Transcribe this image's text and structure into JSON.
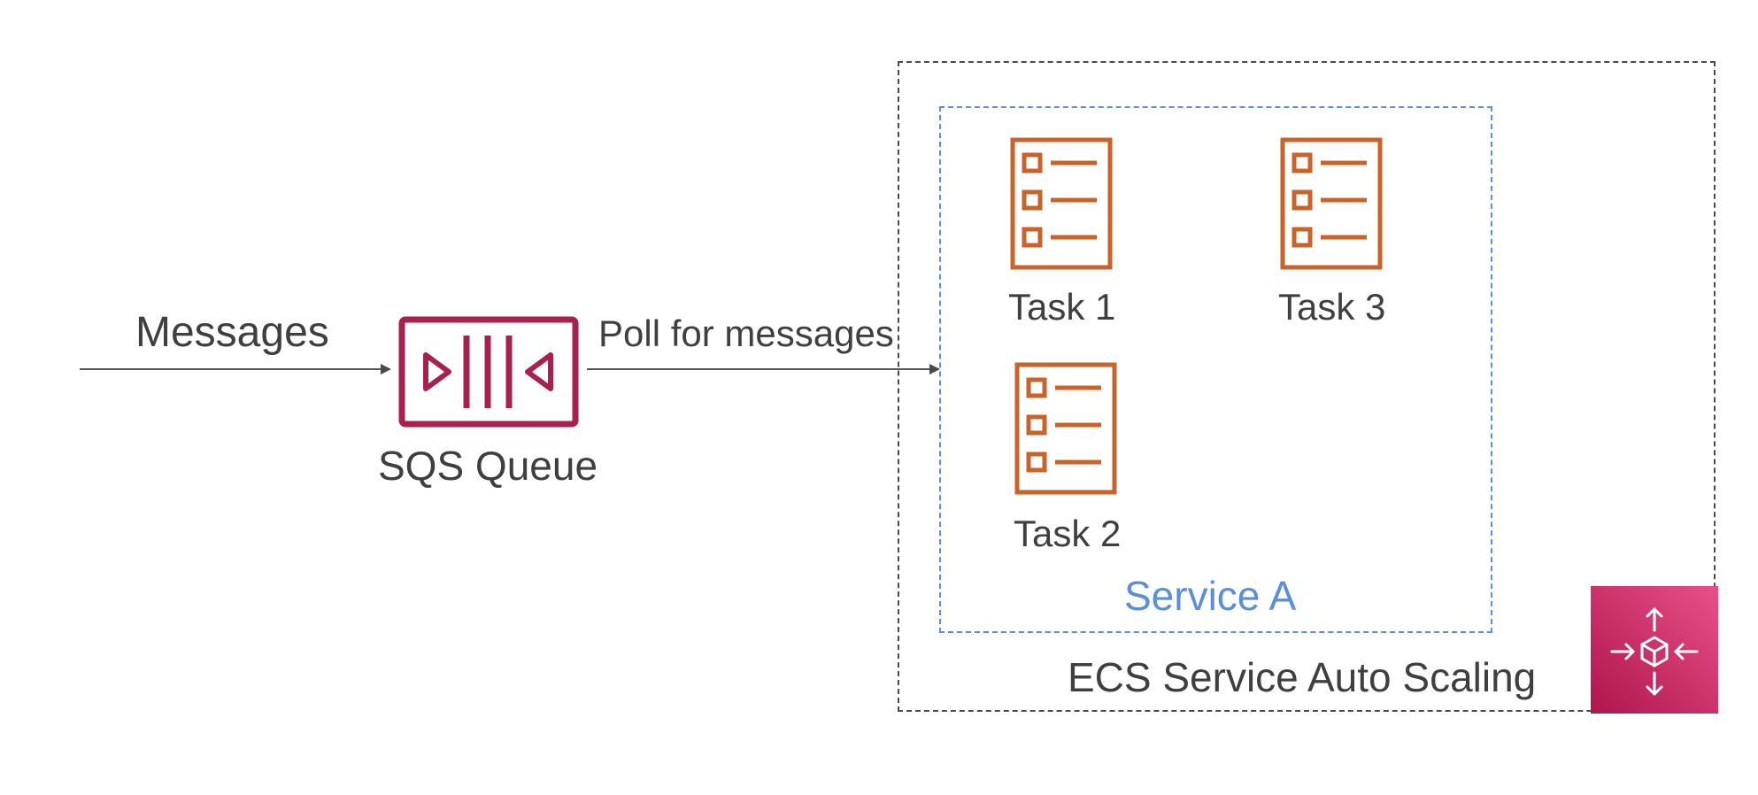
{
  "flow": {
    "messages_label": "Messages",
    "poll_label": "Poll for messages"
  },
  "queue": {
    "label": "SQS Queue",
    "icon": "sqs-queue-icon",
    "color": "#a8204f"
  },
  "service": {
    "label": "Service A",
    "color": "#5b8fd6",
    "tasks": [
      {
        "label": "Task 1",
        "icon": "task-list-icon"
      },
      {
        "label": "Task 2",
        "icon": "task-list-icon"
      },
      {
        "label": "Task 3",
        "icon": "task-list-icon"
      }
    ],
    "task_color": "#c8632a"
  },
  "autoscaling": {
    "label": "ECS Service Auto Scaling",
    "icon": "auto-scaling-icon",
    "color": "#c2245c"
  }
}
